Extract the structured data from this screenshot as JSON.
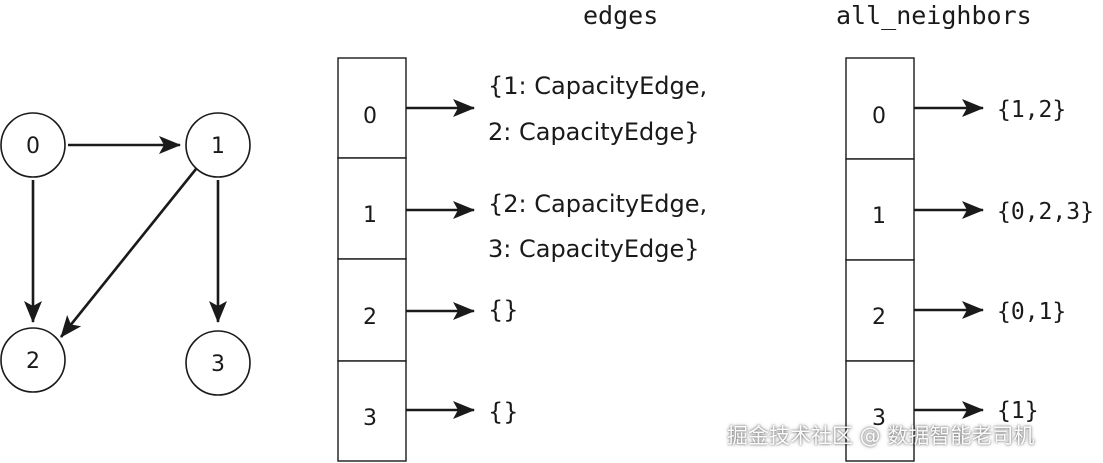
{
  "graph": {
    "nodes": [
      {
        "id": "0",
        "label": "0"
      },
      {
        "id": "1",
        "label": "1"
      },
      {
        "id": "2",
        "label": "2"
      },
      {
        "id": "3",
        "label": "3"
      }
    ],
    "edges": [
      {
        "from": "0",
        "to": "1"
      },
      {
        "from": "0",
        "to": "2"
      },
      {
        "from": "1",
        "to": "2"
      },
      {
        "from": "1",
        "to": "3"
      }
    ]
  },
  "edges_table": {
    "title": "edges",
    "rows": [
      {
        "index": "0",
        "lines": [
          "{1: CapacityEdge,",
          "2: CapacityEdge}"
        ]
      },
      {
        "index": "1",
        "lines": [
          "{2: CapacityEdge,",
          "3: CapacityEdge}"
        ]
      },
      {
        "index": "2",
        "lines": [
          "{}"
        ]
      },
      {
        "index": "3",
        "lines": [
          "{}"
        ]
      }
    ]
  },
  "neighbors_table": {
    "title": "all_neighbors",
    "rows": [
      {
        "index": "0",
        "value": "{1,2}"
      },
      {
        "index": "1",
        "value": "{0,2,3}"
      },
      {
        "index": "2",
        "value": "{0,1}"
      },
      {
        "index": "3",
        "value": "{1}"
      }
    ]
  },
  "watermark": "掘金技术社区 @ 数据智能老司机"
}
